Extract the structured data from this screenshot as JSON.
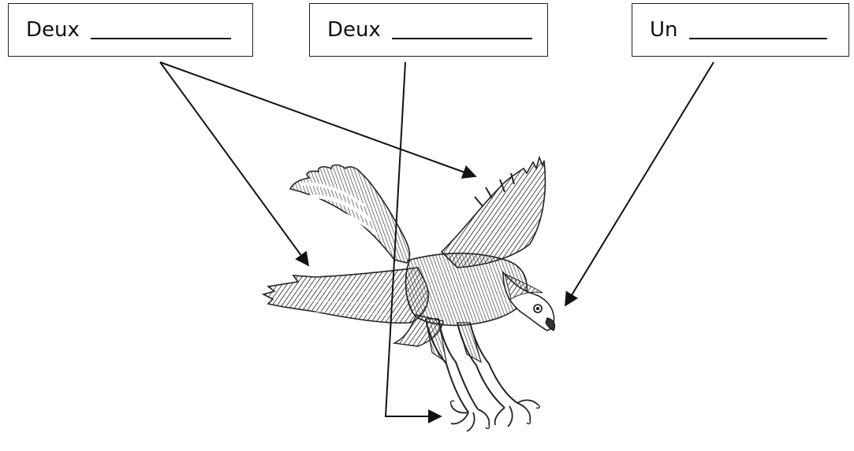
{
  "labels": [
    {
      "word": "Deux"
    },
    {
      "word": "Deux"
    },
    {
      "word": "Un"
    }
  ]
}
